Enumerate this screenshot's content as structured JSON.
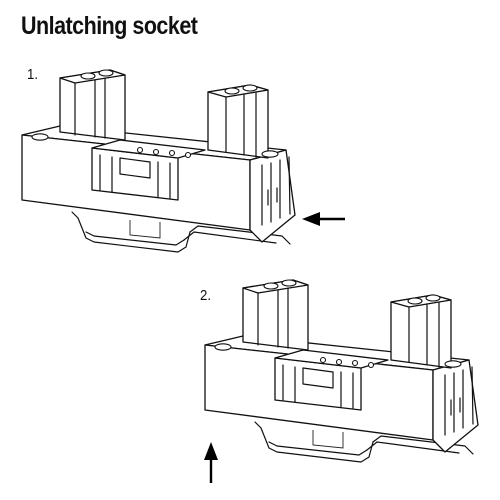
{
  "title": "Unlatching socket",
  "steps": [
    {
      "label": "1.",
      "arrow_direction": "left"
    },
    {
      "label": "2.",
      "arrow_direction": "up"
    }
  ]
}
